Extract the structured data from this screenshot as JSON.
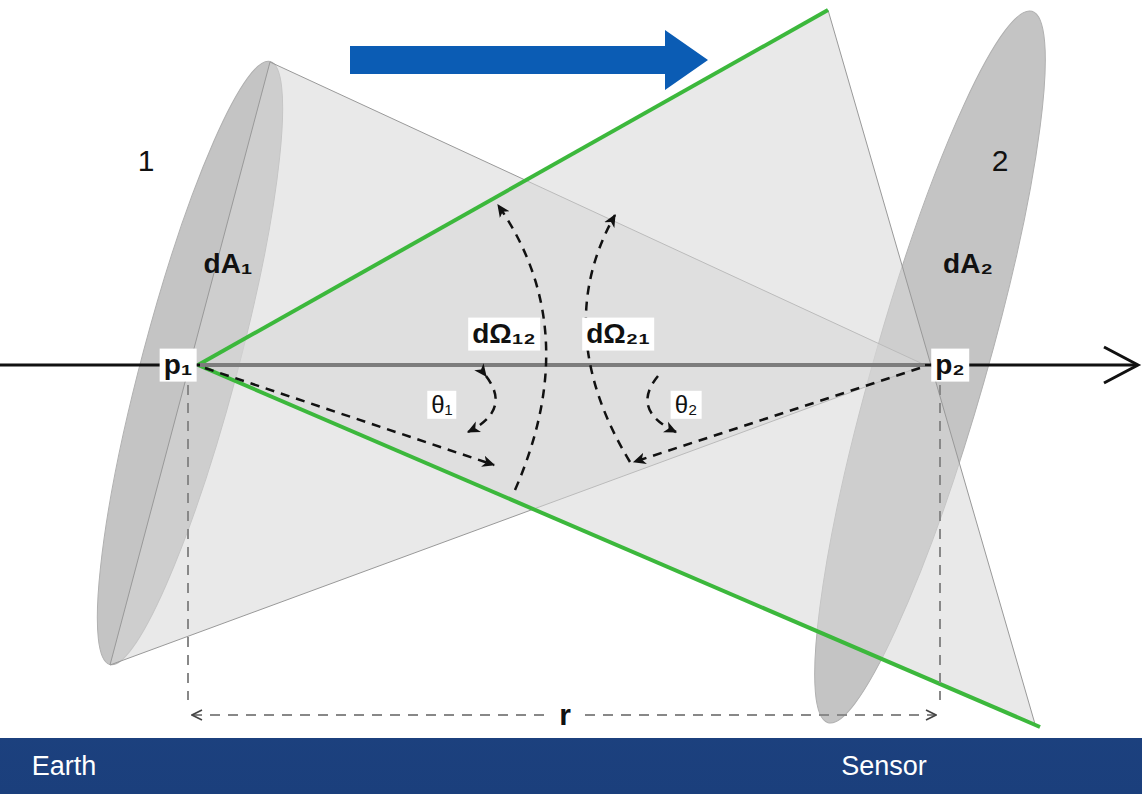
{
  "diagram": {
    "labels": [
      "1",
      "2",
      "dA₁",
      "dA₂",
      "dΩ₁₂",
      "dΩ₂₁",
      "p₁",
      "p₂",
      "θ₁",
      "θ₂",
      "r",
      "Earth",
      "Sensor"
    ]
  }
}
